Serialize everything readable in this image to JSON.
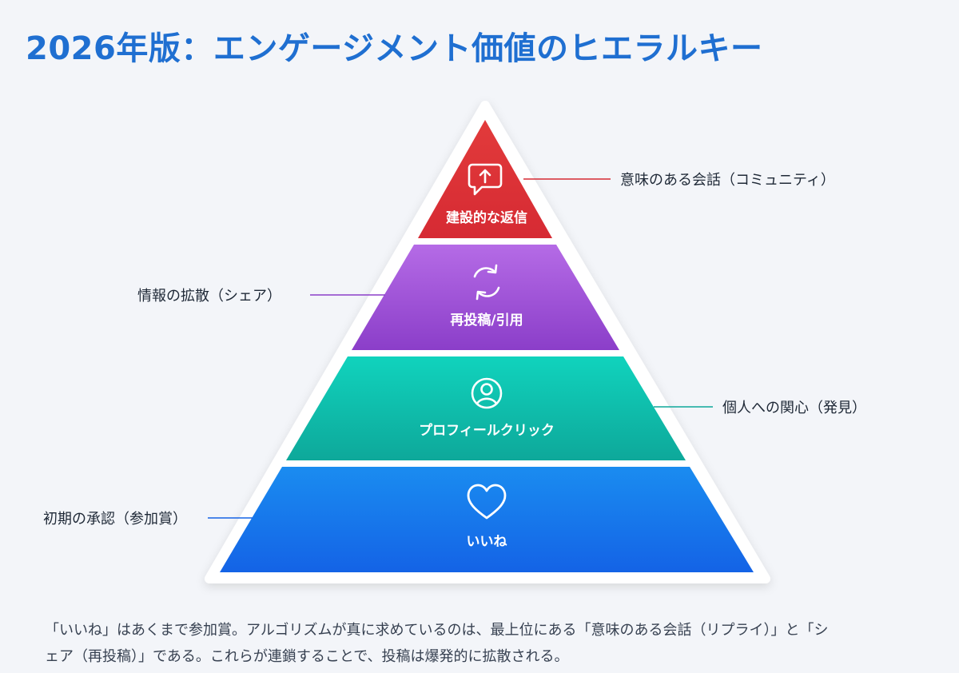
{
  "title": "2026年版：エンゲージメント価値のヒエラルキー",
  "tiers": [
    {
      "label": "建設的な返信",
      "annotation": "意味のある会話（コミュニティ）",
      "icon": "reply-bubble-icon",
      "color_top": "#e23b3b",
      "color_bottom": "#d62a33"
    },
    {
      "label": "再投稿/引用",
      "annotation": "情報の拡散（シェア）",
      "icon": "repost-icon",
      "color_top": "#b56be6",
      "color_bottom": "#8b3ec9"
    },
    {
      "label": "プロフィールクリック",
      "annotation": "個人への関心（発見）",
      "icon": "profile-icon",
      "color_top": "#10d3bd",
      "color_bottom": "#0ea89a"
    },
    {
      "label": "いいね",
      "annotation": "初期の承認（参加賞）",
      "icon": "heart-icon",
      "color_top": "#1a8cf0",
      "color_bottom": "#1463e6"
    }
  ],
  "connector_colors": [
    "#d62a33",
    "#8b3ec9",
    "#0ea89a",
    "#1463e6"
  ],
  "caption": {
    "line1": "「いいね」はあくまで参加賞。アルゴリズムが真に求めているのは、最上位にある「意味のある会話（リプライ）」と「シ",
    "line2": "ェア（再投稿）」である。これらが連鎖することで、投稿は爆発的に拡散される。"
  }
}
